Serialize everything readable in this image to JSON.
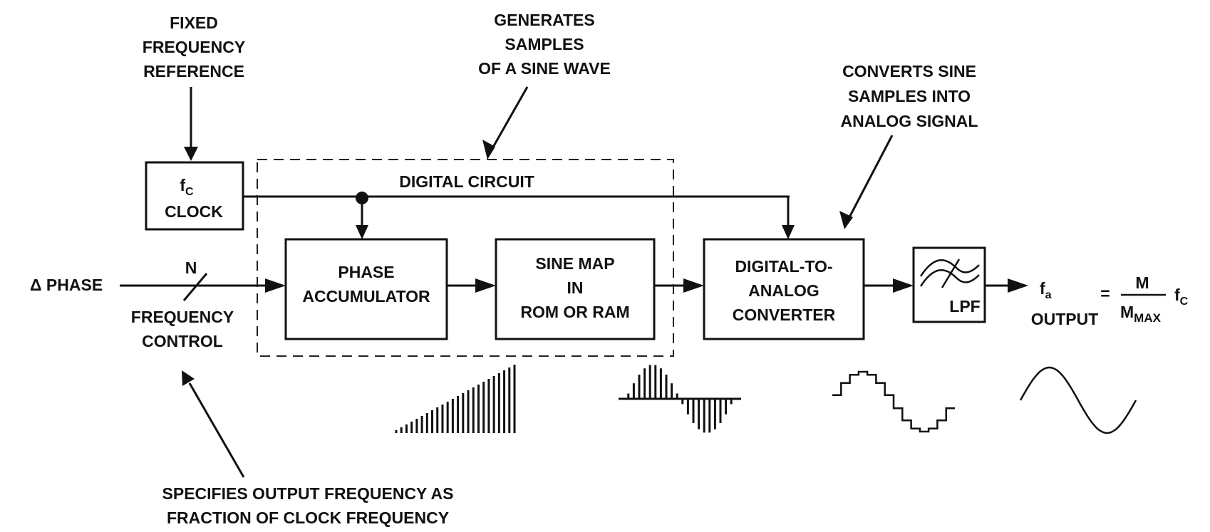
{
  "annotations": {
    "fixed_reference": [
      "FIXED",
      "FREQUENCY",
      "REFERENCE"
    ],
    "generates_samples": [
      "GENERATES",
      "SAMPLES",
      "OF A SINE WAVE"
    ],
    "converts_samples": [
      "CONVERTS SINE",
      "SAMPLES INTO",
      "ANALOG SIGNAL"
    ],
    "specifies_output": [
      "SPECIFIES OUTPUT FREQUENCY AS",
      "FRACTION OF CLOCK FREQUENCY"
    ]
  },
  "blocks": {
    "clock": {
      "line1": "f",
      "line1_sub": "C",
      "line2": "CLOCK"
    },
    "digital_circuit_label": "DIGITAL CIRCUIT",
    "phase_accumulator": [
      "PHASE",
      "ACCUMULATOR"
    ],
    "sine_map": [
      "SINE MAP",
      "IN",
      "ROM OR RAM"
    ],
    "dac": [
      "DIGITAL-TO-",
      "ANALOG",
      "CONVERTER"
    ],
    "lpf": "LPF"
  },
  "inputs": {
    "delta_phase": "Δ PHASE",
    "bus_width": "N",
    "frequency_control": [
      "FREQUENCY",
      "CONTROL"
    ]
  },
  "output": {
    "fa": "f",
    "fa_sub": "a",
    "label": "OUTPUT",
    "equals": "=",
    "numerator": "M",
    "denominator": "M",
    "denominator_sub": "MAX",
    "fc": "f",
    "fc_sub": "C"
  },
  "waveforms": {
    "ramp": {
      "bars": 24
    },
    "sampled_sine": {
      "samples_per_half_cycle": 10
    },
    "staircase": {
      "steps_per_half_cycle": 7
    }
  }
}
